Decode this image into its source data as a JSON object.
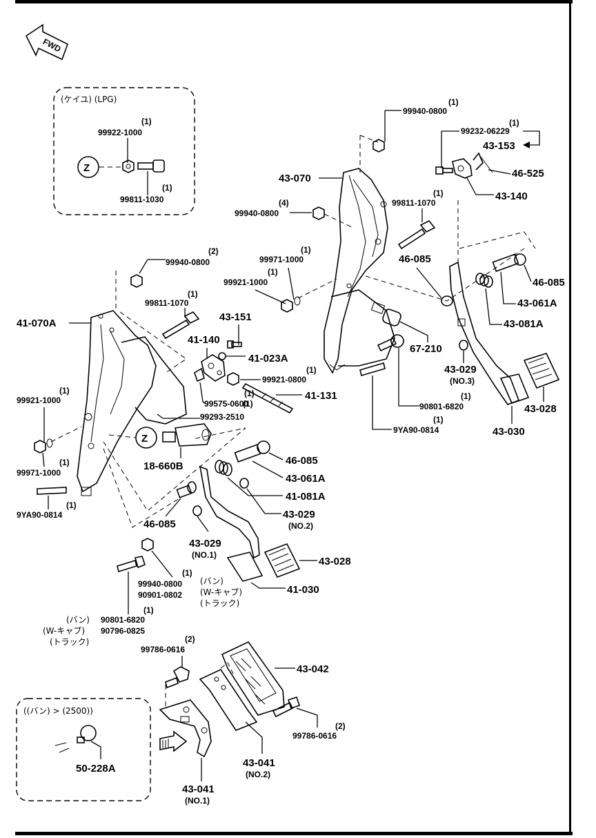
{
  "title_bar": "",
  "fwd_label": "FWD",
  "inset_lpg": {
    "title": "(ケイユ) (LPG)",
    "nut": {
      "qty": "(1)",
      "part": "99922-1000"
    },
    "bolt": {
      "qty": "(1)",
      "part": "99811-1030"
    },
    "marker": "Z"
  },
  "inset_van": {
    "title": "((バン) > (2500))",
    "part": "50-228A"
  },
  "labels": {
    "p99940_top": "99940-0800",
    "q99940_top": "(1)",
    "p99232": "99232-06229",
    "q99232": "(1)",
    "p43153": "43-153",
    "p46525": "46-525",
    "p43140": "43-140",
    "p43070": "43-070",
    "p99811_1070a": "99811-1070",
    "q99811_1070a": "(1)",
    "p99940_4": "99940-0800",
    "q99940_4": "(4)",
    "p99971_a": "99971-1000",
    "q99971_a": "(1)",
    "p99921_a": "99921-1000",
    "q99921_a": "(1)",
    "p46085_a": "46-085",
    "p46085_b": "46-085",
    "p43061A_a": "43-061A",
    "p43081A_a": "43-081A",
    "p67210": "67-210",
    "p43029_3": "43-029",
    "n43029_3": "(NO.3)",
    "p90801_a": "90801-6820",
    "q90801_a": "(1)",
    "p43028_a": "43-028",
    "p9YA90_a": "9YA90-0814",
    "q9YA90_a": "(1)",
    "p43030": "43-030",
    "p99940_2": "99940-0800",
    "q99940_2": "(2)",
    "p99811_1070b": "99811-1070",
    "q99811_1070b": "(1)",
    "p43151": "43-151",
    "p41070A": "41-070A",
    "p41140": "41-140",
    "p41023A": "41-023A",
    "p99921_0800": "99921-0800",
    "q99921_0800": "(1)",
    "p99575": "99575-0600",
    "q99575": "(1)",
    "p41131": "41-131",
    "p99293": "99293-2510",
    "q99293": "(1)",
    "p99921_b": "99921-1000",
    "q99921_b": "(1)",
    "p99971_b": "99971-1000",
    "q99971_b": "(1)",
    "p18660B": "18-660B",
    "z_marker": "Z",
    "p46085_c": "46-085",
    "p43061A_b": "43-061A",
    "p41081A": "41-081A",
    "p43029_2": "43-029",
    "n43029_2": "(NO.2)",
    "p9YA90_b": "9YA90-0814",
    "q9YA90_b": "(1)",
    "p46085_d": "46-085",
    "p43029_1": "43-029",
    "n43029_1": "(NO.1)",
    "p43028_b": "43-028",
    "p41030": "41-030",
    "p99940_0800c": "99940-0800",
    "q99940_0800c": "(1)",
    "p90901": "90901-0802",
    "jp_van1": "(バン)",
    "jp_wcab1": "(W-キャブ)",
    "jp_truck1": "(トラック)",
    "p90801_b": "90801-6820",
    "q90801_b": "(1)",
    "p90796": "90796-0825",
    "jp_van2": "(バン)",
    "jp_wcab2": "(W-キャブ)",
    "jp_truck2": "(トラック)",
    "p99786_a": "99786-0616",
    "q99786_a": "(2)",
    "p43042": "43-042",
    "p99786_b": "99786-0616",
    "q99786_b": "(2)",
    "p43041_2": "43-041",
    "n43041_2": "(NO.2)",
    "p43041_1": "43-041",
    "n43041_1": "(NO.1)"
  }
}
